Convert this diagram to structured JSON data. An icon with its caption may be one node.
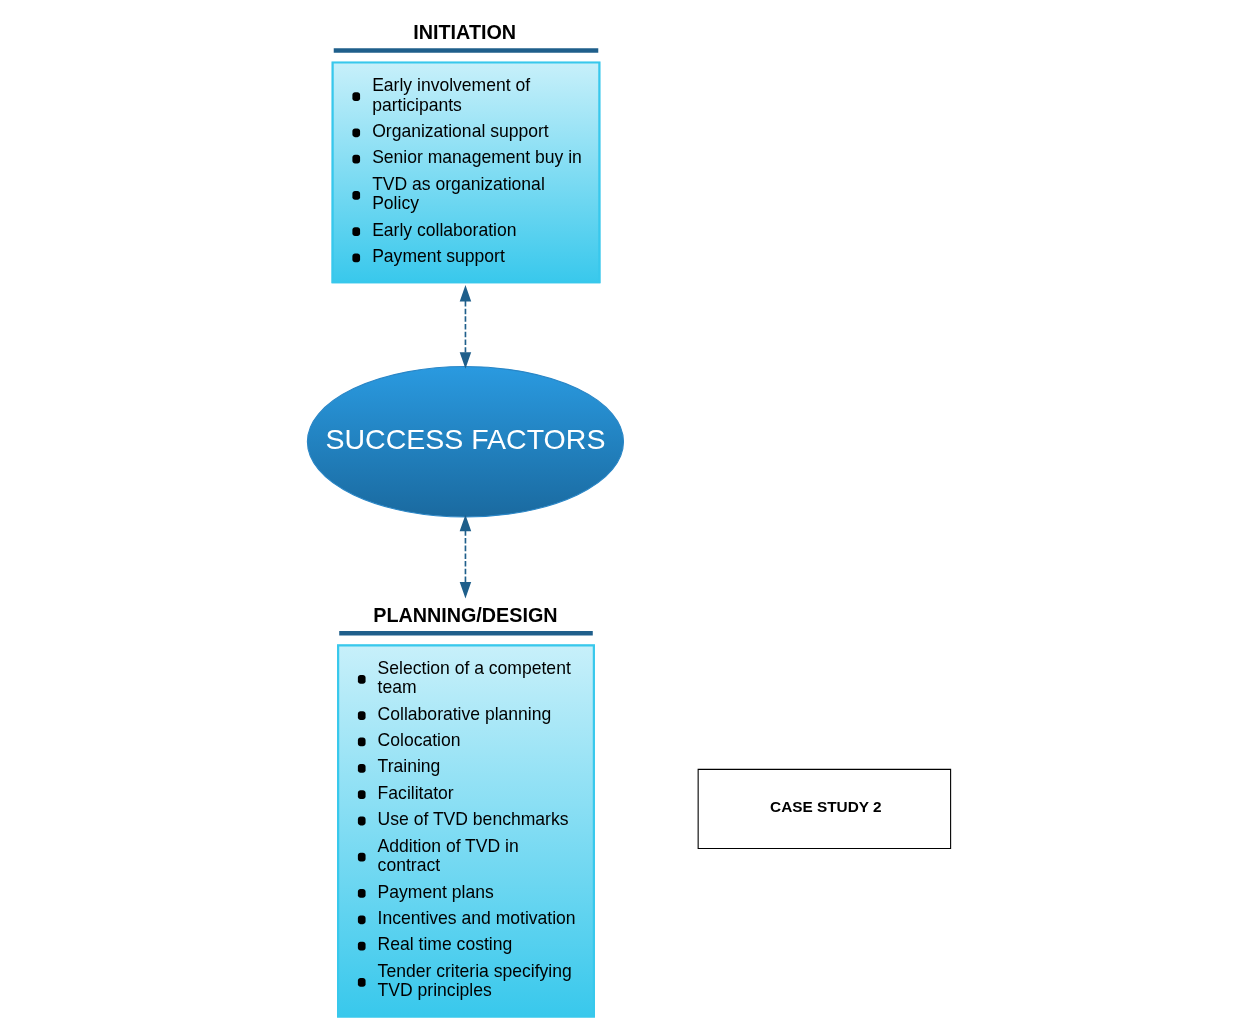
{
  "diagram": {
    "nodes": [
      {
        "text": [
          "INITIATION",
          "Early involvement of participants",
          "Organizational support",
          "Senior management buy in",
          "TVD as organizational Policy",
          "Early collaboration",
          "Payment support"
        ]
      },
      {
        "text": [
          "SUCCESS FACTORS"
        ]
      },
      {
        "text": [
          "PLANNING/DESIGN",
          "Selection of a competent team",
          "Collaborative planning",
          "Colocation",
          "Training",
          "Facilitator",
          "Use of TVD benchmarks",
          "Addition of TVD in contract",
          "Payment plans",
          "Incentives and motivation",
          "Real time costing",
          "Tender criteria specifying TVD principles"
        ]
      },
      {
        "text": [
          "CASE STUDY 2"
        ]
      }
    ],
    "edges": [
      {
        "from": 0,
        "to": 1,
        "arrow": "both",
        "style": "dashed"
      },
      {
        "from": 1,
        "to": 2,
        "arrow": "both",
        "style": "dashed"
      }
    ]
  }
}
